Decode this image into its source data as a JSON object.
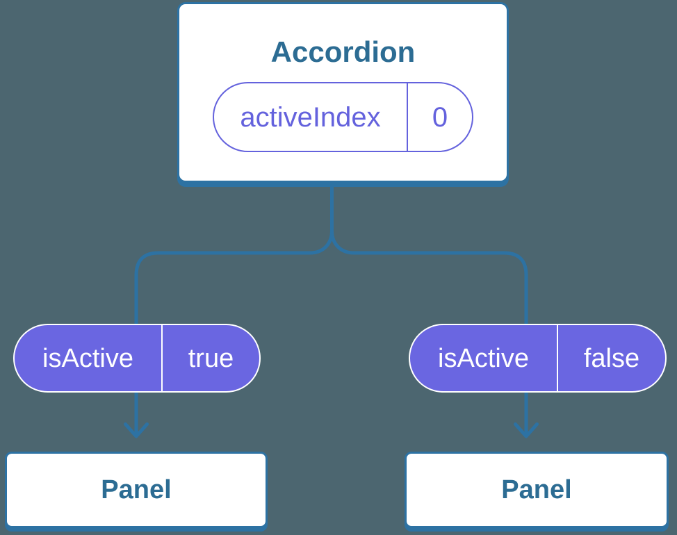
{
  "colors": {
    "background": "#4C6670",
    "connector_blue": "#2D72A3",
    "component_text": "#2C6C93",
    "pill_purple": "#6A66E1",
    "pill_outline": "#6462DD",
    "card_white": "#FFFFFF"
  },
  "tree": {
    "root": {
      "name": "Accordion",
      "state": {
        "key": "activeIndex",
        "value": "0"
      }
    },
    "children": [
      {
        "prop": {
          "key": "isActive",
          "value": "true"
        },
        "component": {
          "name": "Panel"
        }
      },
      {
        "prop": {
          "key": "isActive",
          "value": "false"
        },
        "component": {
          "name": "Panel"
        }
      }
    ]
  }
}
